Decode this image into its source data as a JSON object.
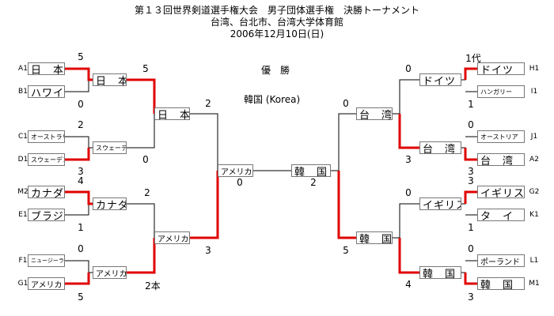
{
  "header": {
    "line1": "第１３回世界剣道選手権大会　男子団体選手権　決勝トーナメント",
    "line2": "台湾、台北市、台湾大学体育館",
    "line3": "2006年12月10日(日)"
  },
  "center": {
    "champion_label": "優　勝",
    "champion_team": "韓国 (Korea)",
    "final_left": "アメリカ",
    "final_right": "韓　国",
    "final_left_score": "0",
    "final_right_score": "2"
  },
  "left": {
    "r1": [
      {
        "code": "A1",
        "team": "日　本",
        "score": "5"
      },
      {
        "code": "B1",
        "team": "ハワイ",
        "score": "0"
      },
      {
        "code": "C1",
        "team": "オーストラリア",
        "score": "2"
      },
      {
        "code": "D1",
        "team": "スウェーデン",
        "score": "3"
      },
      {
        "code": "M2",
        "team": "カナダ",
        "score": "4"
      },
      {
        "code": "E1",
        "team": "ブラジル",
        "score": "1"
      },
      {
        "code": "F1",
        "team": "ニュージーランド",
        "score": "0"
      },
      {
        "code": "G1",
        "team": "アメリカ",
        "score": "5"
      }
    ],
    "r2": [
      {
        "team": "日　本",
        "score": "5"
      },
      {
        "team": "スウェーデン",
        "score": "0"
      },
      {
        "team": "カナダ",
        "score": "2"
      },
      {
        "team": "アメリカ",
        "score": "2本"
      }
    ],
    "sf": [
      {
        "team": "日　本",
        "score": "2"
      },
      {
        "team": "アメリカ",
        "score": "3"
      }
    ]
  },
  "right": {
    "r1": [
      {
        "code": "H1",
        "team": "ドイツ",
        "score": "1代"
      },
      {
        "code": "I1",
        "team": "ハンガリー",
        "score": "1"
      },
      {
        "code": "J1",
        "team": "オーストリア",
        "score": "0"
      },
      {
        "code": "A2",
        "team": "台　湾",
        "score": "3"
      },
      {
        "code": "G2",
        "team": "イギリス",
        "score": "3"
      },
      {
        "code": "K1",
        "team": "タ　イ",
        "score": "1"
      },
      {
        "code": "L1",
        "team": "ポーランド",
        "score": "0"
      },
      {
        "code": "M1",
        "team": "韓　国",
        "score": "3"
      }
    ],
    "r2": [
      {
        "team": "ドイツ",
        "score": "0"
      },
      {
        "team": "台　湾",
        "score": "3"
      },
      {
        "team": "イギリス",
        "score": "0"
      },
      {
        "team": "韓　国",
        "score": "4"
      }
    ],
    "sf": [
      {
        "team": "台　湾",
        "score": "0"
      },
      {
        "team": "韓　国",
        "score": "5"
      }
    ]
  },
  "colors": {
    "winner_line": "#e00000",
    "bracket_line": "#000000"
  }
}
